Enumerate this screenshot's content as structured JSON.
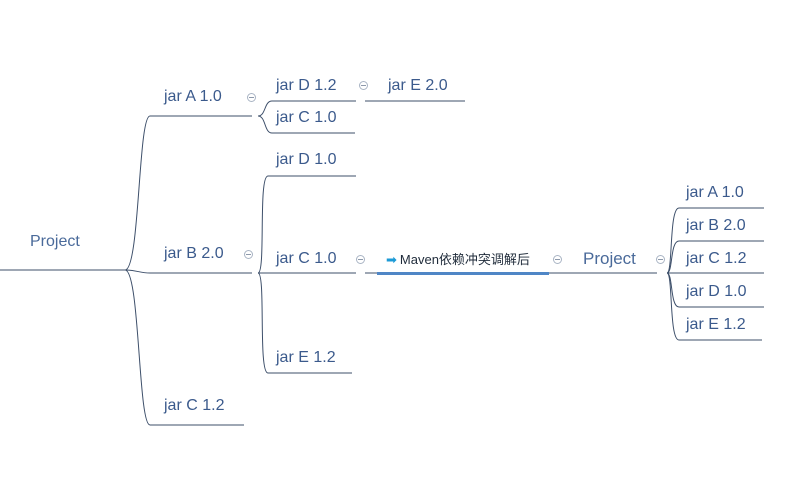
{
  "left_tree": {
    "root": "Project",
    "a": "jar A 1.0",
    "a_d": "jar D 1.2",
    "a_d_e": "jar E 2.0",
    "a_c": "jar C 1.0",
    "b": "jar B 2.0",
    "b_d": "jar D 1.0",
    "b_c": "jar C 1.0",
    "b_e": "jar E 1.2",
    "c": "jar C 1.2"
  },
  "annotation": {
    "icon": "arrow-right-icon",
    "text": "Maven依赖冲突调解后"
  },
  "right_tree": {
    "root": "Project",
    "items": [
      "jar A 1.0",
      "jar B 2.0",
      "jar C 1.2",
      "jar D 1.0",
      "jar E 1.2"
    ]
  },
  "colors": {
    "connector": "#3d4f6a",
    "text": "#3b5a8c",
    "annotation_underline": "#4f86c6",
    "arrow": "#1c9ad6"
  }
}
